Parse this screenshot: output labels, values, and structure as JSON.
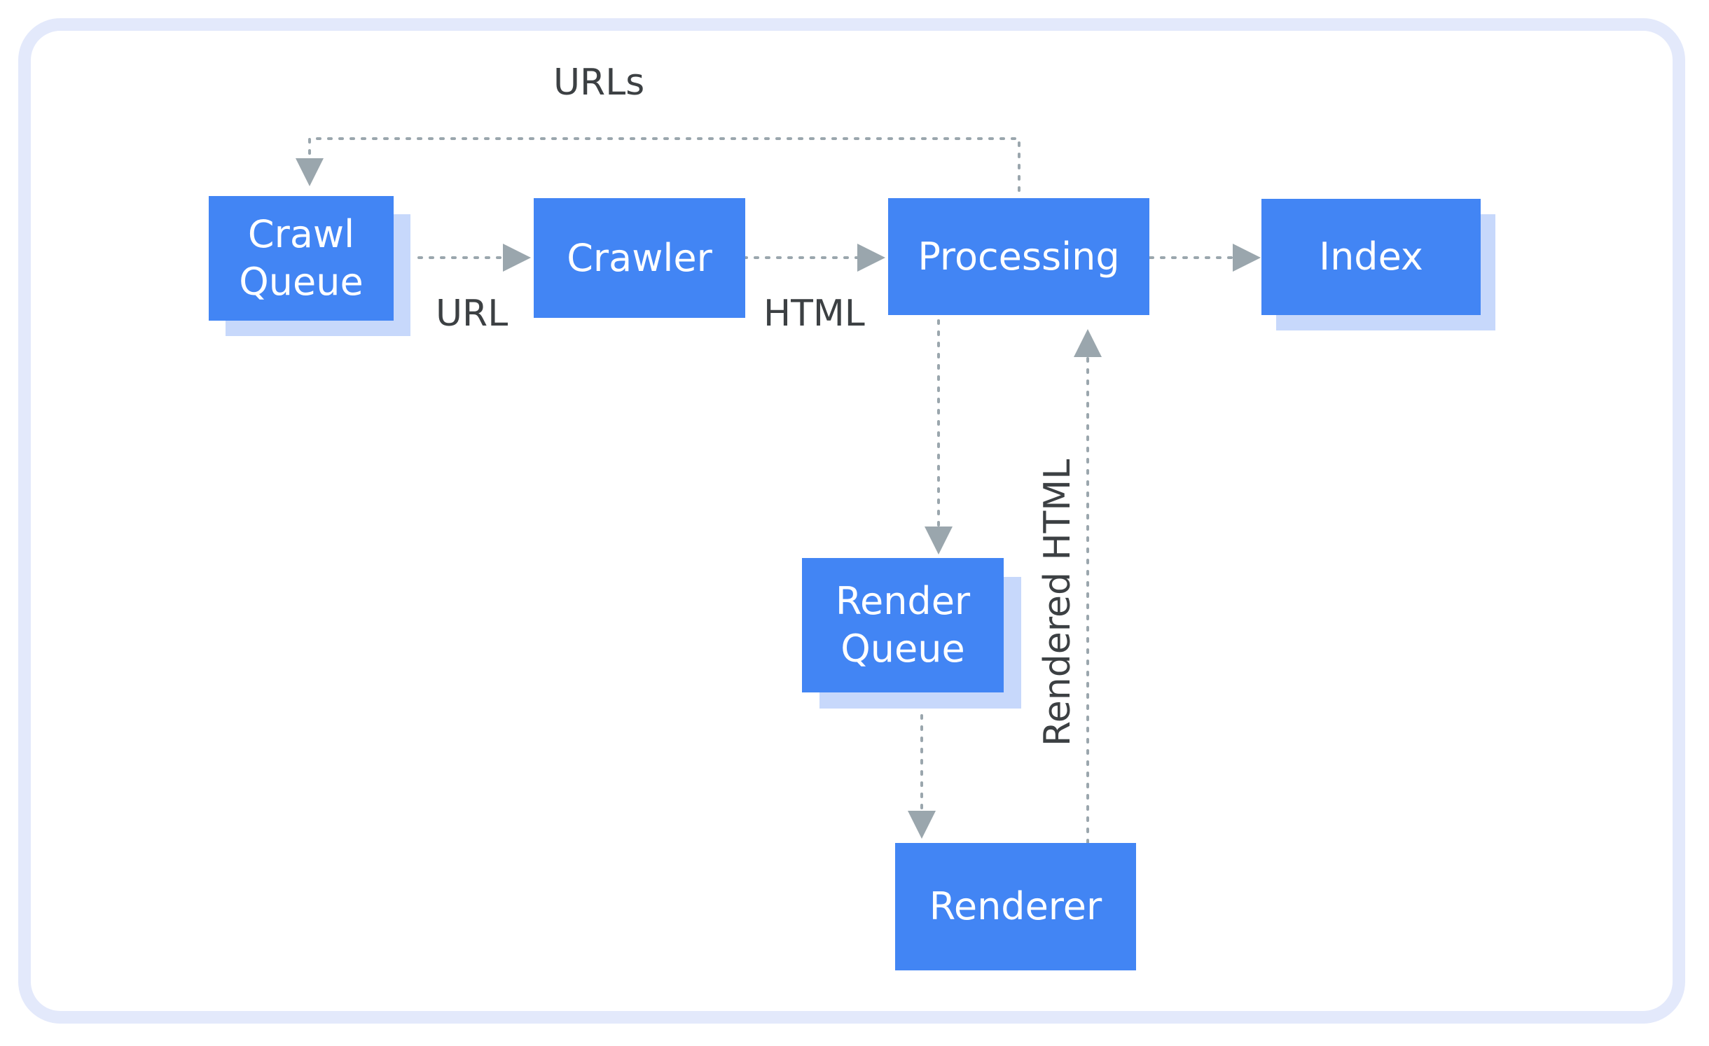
{
  "diagram": {
    "nodes": {
      "crawl_queue": "Crawl\nQueue",
      "crawler": "Crawler",
      "processing": "Processing",
      "index": "Index",
      "render_queue": "Render\nQueue",
      "renderer": "Renderer"
    },
    "edge_labels": {
      "urls": "URLs",
      "url": "URL",
      "html": "HTML",
      "rendered_html": "Rendered HTML"
    },
    "colors": {
      "box": "#4285f4",
      "box_shadow": "#c7d8fb",
      "arrow": "#9aa6ad",
      "label": "#3c4043",
      "frame": "#e3e9fb"
    }
  }
}
